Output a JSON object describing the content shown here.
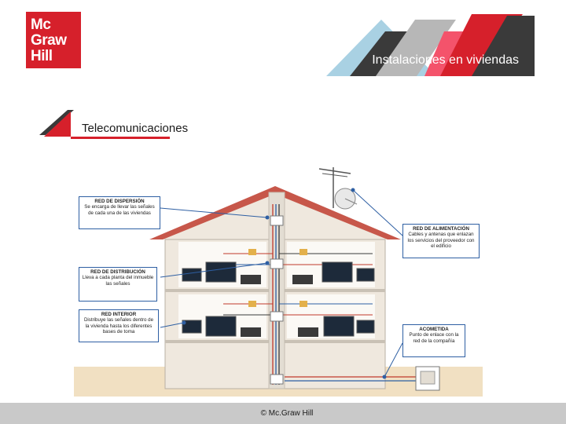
{
  "brand": {
    "logo_lines": [
      "Mc",
      "Graw",
      "Hill"
    ],
    "color": "#d6202b"
  },
  "header": {
    "title": "Instalaciones en viviendas"
  },
  "section": {
    "title": "Telecomunicaciones"
  },
  "diagram": {
    "callouts": {
      "dispersion": {
        "title": "RED DE DISPERSIÓN",
        "text": "Se encarga de llevar las señales de cada una de las viviendas"
      },
      "distribucion": {
        "title": "RED DE DISTRIBUCIÓN",
        "text": "Lleva a cada planta del inmueble las señales"
      },
      "interior": {
        "title": "RED INTERIOR",
        "text": "Distribuye las señales dentro de la vivienda hasta los diferentes bases de toma"
      },
      "alimentacion": {
        "title": "RED DE ALIMENTACIÓN",
        "text": "Cables y antenas que enlazan los servicios del proveedor con el edificio"
      },
      "acometida": {
        "title": "ACOMETIDA",
        "text": "Punto de enlace con la red de la compañía"
      }
    }
  },
  "footer": {
    "copyright": "© Mc.Graw Hill"
  }
}
